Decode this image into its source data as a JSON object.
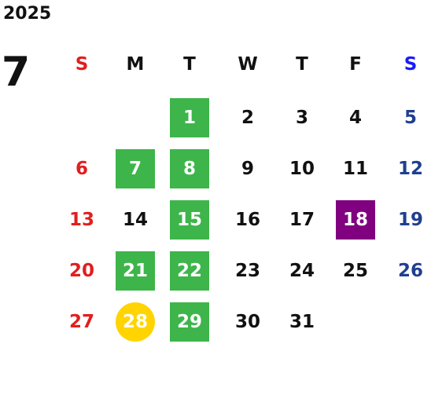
{
  "year": "2025",
  "month": "7",
  "colors": {
    "sunday": "#e21e1e",
    "saturday": "#1f3f8f",
    "saturday_header": "#1a1aff",
    "weekday": "#111111",
    "green_highlight": "#3db54a",
    "purple_highlight": "#800080",
    "yellow_highlight": "#ffd400"
  },
  "weekdays": [
    "S",
    "M",
    "T",
    "W",
    "T",
    "F",
    "S"
  ],
  "weeks": [
    [
      null,
      null,
      "1",
      "2",
      "3",
      "4",
      "5"
    ],
    [
      "6",
      "7",
      "8",
      "9",
      "10",
      "11",
      "12"
    ],
    [
      "13",
      "14",
      "15",
      "16",
      "17",
      "18",
      "19"
    ],
    [
      "20",
      "21",
      "22",
      "23",
      "24",
      "25",
      "26"
    ],
    [
      "27",
      "28",
      "29",
      "30",
      "31",
      null,
      null
    ]
  ],
  "highlights": {
    "1": "green",
    "7": "green",
    "8": "green",
    "15": "green",
    "18": "purple",
    "21": "green",
    "22": "green",
    "28": "yellow",
    "29": "green"
  }
}
